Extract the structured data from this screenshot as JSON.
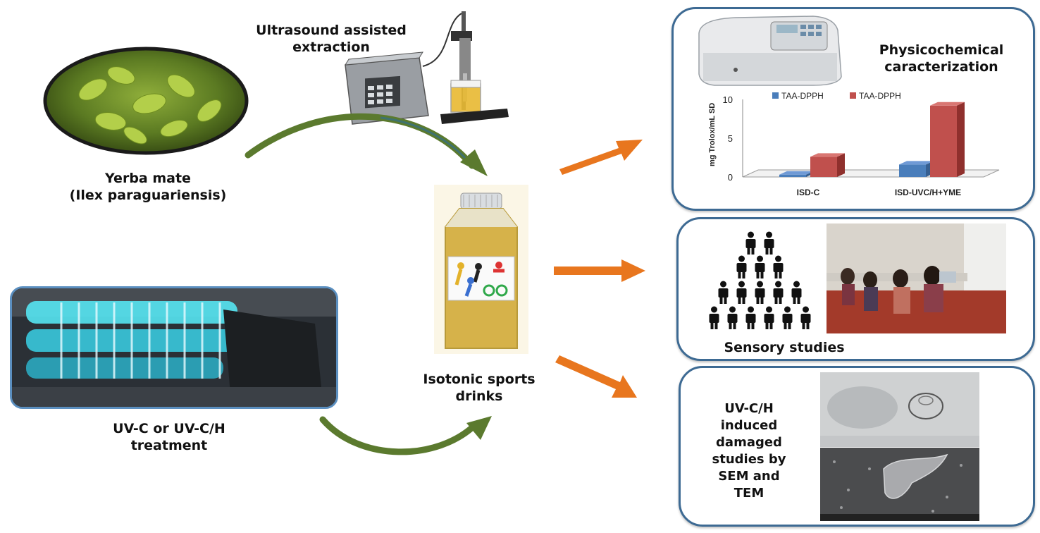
{
  "labels": {
    "ultrasound": [
      "Ultrasound assisted",
      "extraction"
    ],
    "yerba": [
      "Yerba mate",
      "(Ilex paraguariensis)"
    ],
    "uv": [
      "UV-C or UV-C/H",
      "treatment"
    ],
    "isotonic": [
      "Isotonic sports",
      "drinks"
    ],
    "physico": [
      "Physicochemical",
      "caracterization"
    ],
    "sensory": "Sensory studies",
    "damage": [
      "UV-C/H",
      "induced",
      "damaged",
      "studies by",
      "SEM and",
      "TEM"
    ]
  },
  "chart_data": {
    "type": "bar",
    "categories": [
      "ISD-C",
      "ISD-UVC/H+YME"
    ],
    "series": [
      {
        "name": "TAA-DPPH",
        "color": "#4a7ebb",
        "values": [
          0.3,
          1.6
        ]
      },
      {
        "name": "TAA-DPPH",
        "color": "#c0504d",
        "values": [
          2.6,
          9.2
        ]
      }
    ],
    "ylabel": "mg Trolox/mL SD",
    "ylim": [
      0,
      10
    ],
    "yticks": [
      "0",
      "5",
      "10"
    ]
  },
  "colors": {
    "panel_border": "#3d6a93",
    "arrow_orange": "#e8761e",
    "arrow_green": "#5b7a2e",
    "arrow_blue": "#2b6c9c"
  }
}
